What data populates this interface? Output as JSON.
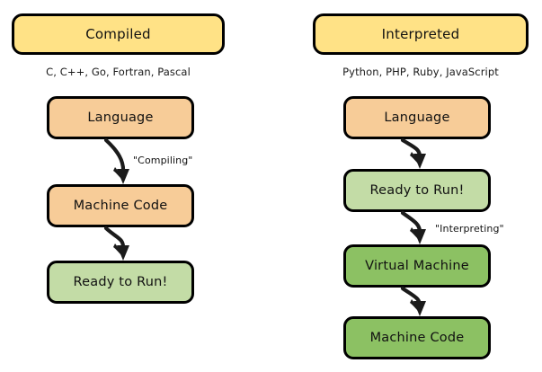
{
  "diagram": {
    "title_left": "Compiled",
    "title_right": "Interpreted",
    "colors": {
      "header_yellow": "#ffe286",
      "orange": "#f7cc98",
      "light_green": "#c3dca6",
      "dark_green": "#8cc163",
      "outline": "#000000",
      "background": "#ffffff",
      "arrow": "#1b1b1b"
    }
  },
  "columns": [
    {
      "key": "compiled",
      "header": {
        "label": "Compiled",
        "color": "#ffe286"
      },
      "subtitle": "C, C++, Go, Fortran, Pascal",
      "steps": [
        {
          "label": "Language",
          "color": "#f7cc98"
        },
        {
          "label": "Machine Code",
          "color": "#f7cc98"
        },
        {
          "label": "Ready to Run!",
          "color": "#c3dca6"
        }
      ],
      "edges": [
        {
          "from": "Language",
          "to": "Machine Code",
          "label": "\"Compiling\""
        },
        {
          "from": "Machine Code",
          "to": "Ready to Run!",
          "label": ""
        }
      ]
    },
    {
      "key": "interpreted",
      "header": {
        "label": "Interpreted",
        "color": "#ffe286"
      },
      "subtitle": "Python, PHP, Ruby, JavaScript",
      "steps": [
        {
          "label": "Language",
          "color": "#f7cc98"
        },
        {
          "label": "Ready to Run!",
          "color": "#c3dca6"
        },
        {
          "label": "Virtual Machine",
          "color": "#8cc163"
        },
        {
          "label": "Machine Code",
          "color": "#8cc163"
        }
      ],
      "edges": [
        {
          "from": "Language",
          "to": "Ready to Run!",
          "label": ""
        },
        {
          "from": "Ready to Run!",
          "to": "Virtual Machine",
          "label": "\"Interpreting\""
        },
        {
          "from": "Virtual Machine",
          "to": "Machine Code",
          "label": ""
        }
      ]
    }
  ]
}
